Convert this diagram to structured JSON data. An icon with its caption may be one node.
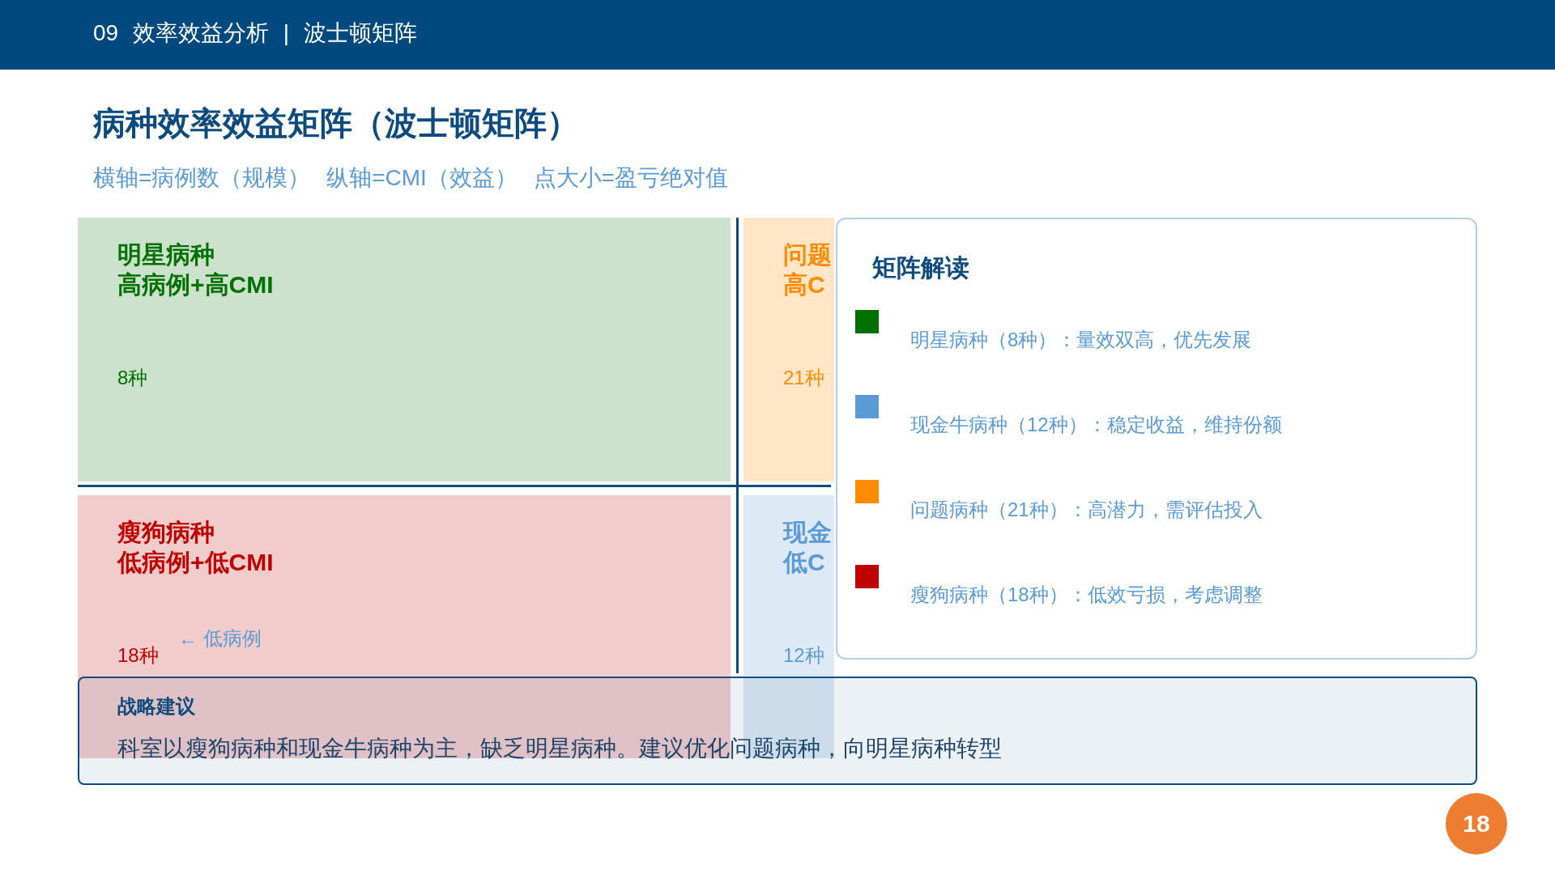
{
  "diagram": {
    "title": "病种效率效益矩阵（波士顿矩阵）",
    "nodes": [
      {
        "text": [
          "明星病种",
          "高病例+高CMI",
          "8种"
        ]
      },
      {
        "text": [
          "问题",
          "高C",
          "21种"
        ]
      },
      {
        "text": [
          "瘦狗病种",
          "低病例+低CMI",
          "18种"
        ]
      },
      {
        "text": [
          "现金",
          "低C",
          "12种"
        ]
      },
      {
        "text": [
          "矩阵解读"
        ]
      },
      {
        "text": [
          "战略建议",
          "科室以瘦狗病种和现金牛病种为主，缺乏明星病种。建议优化问题病种，向明星病种转型"
        ]
      }
    ],
    "edges": [],
    "labels": [
      "09 效率效益分析 | 波士顿矩阵",
      "横轴=病例数（规模） 纵轴=CMI（效益） 点大小=盈亏绝对值",
      "← 低病例",
      "18"
    ],
    "legend": [
      {
        "text": "明星病种（8种）：量效双高，优先发展",
        "color": "#007000"
      },
      {
        "text": "现金牛病种（12种）：稳定收益，维持份额",
        "color": "#5b9bd5"
      },
      {
        "text": "问题病种（21种）：高潜力，需评估投入",
        "color": "#ff8c00"
      },
      {
        "text": "瘦狗病种（18种）：低效亏损，考虑调整",
        "color": "#c00000"
      }
    ]
  }
}
